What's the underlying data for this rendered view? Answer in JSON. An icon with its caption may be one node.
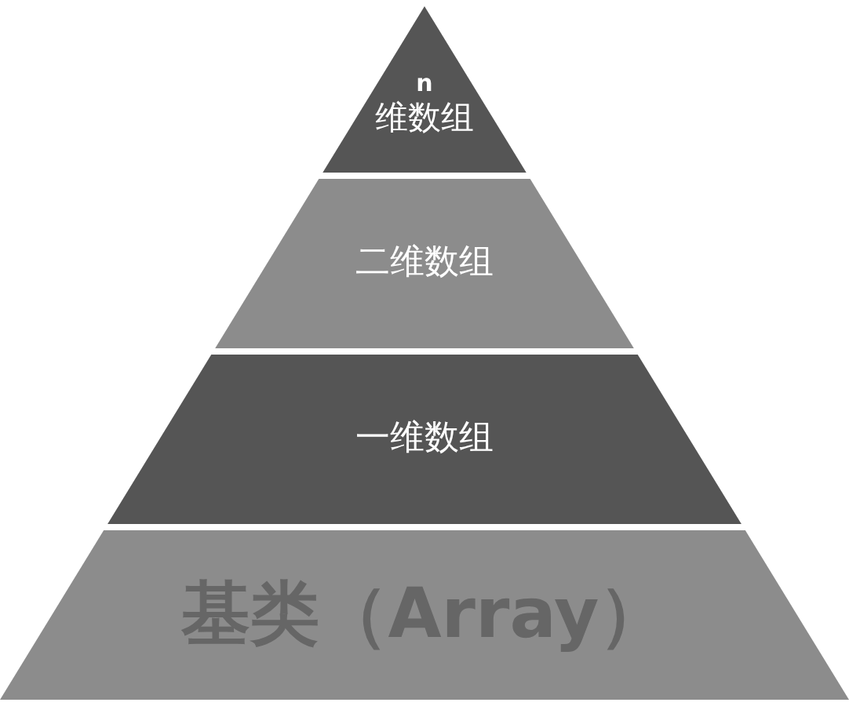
{
  "diagram": {
    "nodes": [
      {
        "text": [
          "n",
          "维数组"
        ]
      },
      {
        "text": [
          "二维数组"
        ]
      },
      {
        "text": [
          "一维数组"
        ]
      },
      {
        "text": [
          "基类（Array）"
        ]
      }
    ]
  }
}
